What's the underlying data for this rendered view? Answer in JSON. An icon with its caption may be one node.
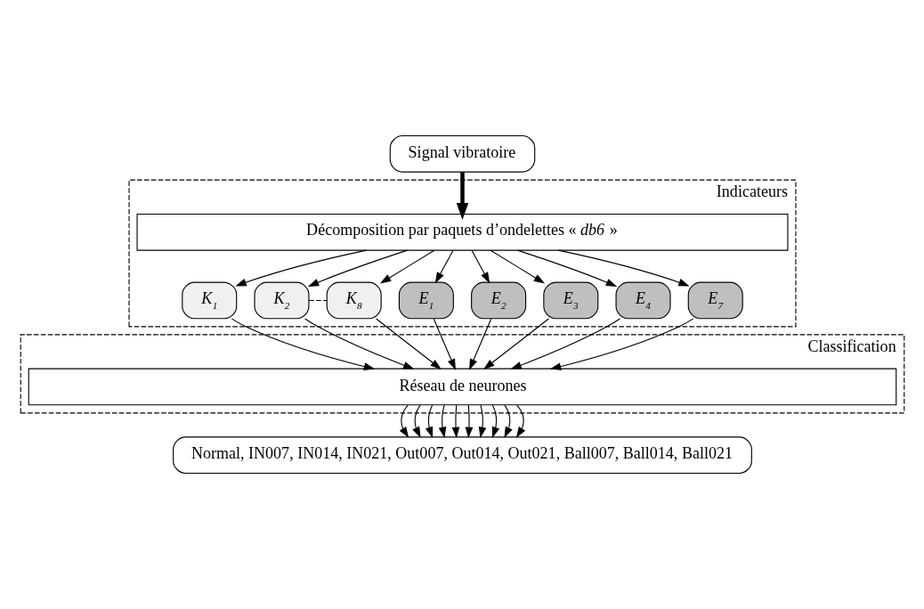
{
  "diagram": {
    "nodes": [
      {
        "text": [
          "Signal vibratoire"
        ]
      },
      {
        "text": [
          "Indicateurs"
        ]
      },
      {
        "text": [
          "Décomposition par paquets d’ondelettes « *db6* »"
        ],
        "in": 1
      },
      {
        "text": [
          "K$_{1}$"
        ],
        "in": 1
      },
      {
        "text": [
          "K$_{2}$"
        ],
        "in": 1
      },
      {
        "text": [
          "K$_{8}$"
        ],
        "in": 1
      },
      {
        "text": [
          "E$_{1}$"
        ],
        "in": 1
      },
      {
        "text": [
          "E$_{2}$"
        ],
        "in": 1
      },
      {
        "text": [
          "E$_{3}$"
        ],
        "in": 1
      },
      {
        "text": [
          "E$_{4}$"
        ],
        "in": 1
      },
      {
        "text": [
          "E$_{7}$"
        ],
        "in": 1
      },
      {
        "text": [
          "Classification"
        ]
      },
      {
        "text": [
          "Réseau de neurones"
        ],
        "in": 11
      },
      {
        "text": [
          "Normal, IN007, IN014, IN021, Out007, Out014, Out021, Ball007, Ball014, Ball021"
        ]
      }
    ],
    "edges": [
      {
        "from": 0,
        "to": 2,
        "arrow": "to",
        "style": "thick"
      },
      {
        "from": 2,
        "to": 3,
        "arrow": "to"
      },
      {
        "from": 2,
        "to": 4,
        "arrow": "to"
      },
      {
        "from": 2,
        "to": 5,
        "arrow": "to"
      },
      {
        "from": 2,
        "to": 6,
        "arrow": "to"
      },
      {
        "from": 2,
        "to": 7,
        "arrow": "to"
      },
      {
        "from": 2,
        "to": 8,
        "arrow": "to"
      },
      {
        "from": 2,
        "to": 9,
        "arrow": "to"
      },
      {
        "from": 2,
        "to": 10,
        "arrow": "to"
      },
      {
        "from": 4,
        "to": 5,
        "arrow": "none",
        "style": "dashed"
      },
      {
        "from": 3,
        "to": 12,
        "arrow": "to"
      },
      {
        "from": 4,
        "to": 12,
        "arrow": "to"
      },
      {
        "from": 5,
        "to": 12,
        "arrow": "to"
      },
      {
        "from": 6,
        "to": 12,
        "arrow": "to"
      },
      {
        "from": 7,
        "to": 12,
        "arrow": "to"
      },
      {
        "from": 8,
        "to": 12,
        "arrow": "to"
      },
      {
        "from": 9,
        "to": 12,
        "arrow": "to"
      },
      {
        "from": 10,
        "to": 12,
        "arrow": "to"
      },
      {
        "from": 12,
        "to": 13,
        "arrow": "to"
      },
      {
        "from": 12,
        "to": 13,
        "arrow": "to"
      },
      {
        "from": 12,
        "to": 13,
        "arrow": "to"
      },
      {
        "from": 12,
        "to": 13,
        "arrow": "to"
      },
      {
        "from": 12,
        "to": 13,
        "arrow": "to"
      },
      {
        "from": 12,
        "to": 13,
        "arrow": "to"
      },
      {
        "from": 12,
        "to": 13,
        "arrow": "to"
      },
      {
        "from": 12,
        "to": 13,
        "arrow": "to"
      },
      {
        "from": 12,
        "to": 13,
        "arrow": "to"
      },
      {
        "from": 12,
        "to": 13,
        "arrow": "to"
      }
    ]
  }
}
